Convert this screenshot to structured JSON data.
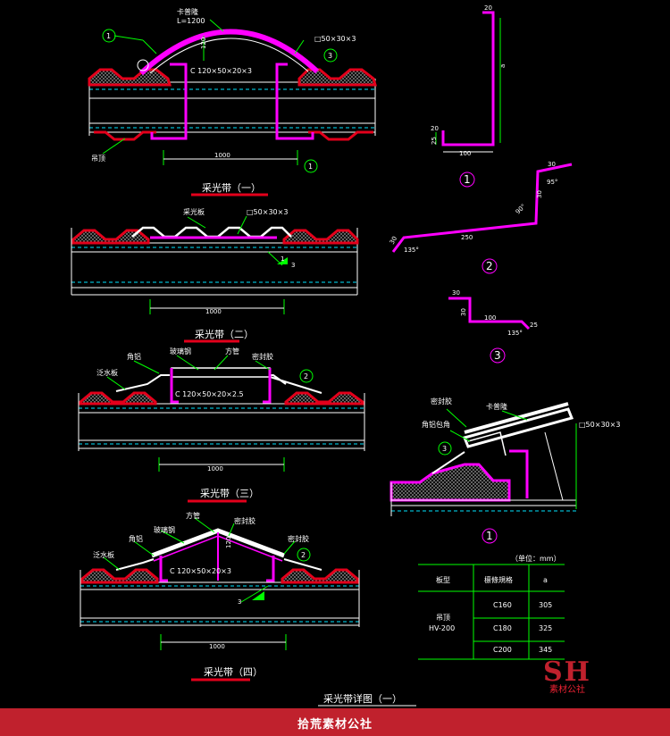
{
  "colors": {
    "roof": "#e3001b",
    "steel": "#ff00ff",
    "dim": "#00ff00",
    "sheet": "#ffffff",
    "bg": "#000000",
    "brand": "#c0212d"
  },
  "section1": {
    "title": "采光带（一）",
    "label_arch": "卡普隆",
    "label_len": "L=1200",
    "label_tube": "□50×30×3",
    "label_c": "C 120×50×20×3",
    "label_diaotuo": "吊顶",
    "dim_span": "1000",
    "dim_h": "120",
    "circle_a": "1",
    "circle_b": "3",
    "circle_c": "1"
  },
  "section2": {
    "title": "采光带（二）",
    "label_pc": "采光板",
    "label_tube": "□50×30×3",
    "dim_span": "1000",
    "slope": "3",
    "slope_one": "1"
  },
  "section3": {
    "title": "采光带（三）",
    "label_angle": "角铝",
    "label_glass": "玻璃钢",
    "label_tube": "方管",
    "label_seal": "密封胶",
    "label_flash": "泛水板",
    "label_c": "C 120×50×20×2.5",
    "dim_span": "1000",
    "circle": "2"
  },
  "section4": {
    "title": "采光带（四）",
    "label_tube": "方管",
    "label_glass": "玻璃钢",
    "label_angle": "角铝",
    "label_seal": "密封胶",
    "label_flash": "泛水板",
    "label_c": "C 120×50×20×3",
    "dim_span": "1000",
    "dim_h": "120",
    "slope": "3",
    "circle": "2"
  },
  "detail1": {
    "d_top": "20",
    "d_a": "a",
    "d_left": "20",
    "d_bot": "25",
    "d_base": "100",
    "num": "1"
  },
  "detail2": {
    "d_30a": "30",
    "d_95": "95°",
    "d_30b": "30",
    "d_90": "90°",
    "d_250": "250",
    "d_30c": "30",
    "d_135": "135°",
    "num": "2"
  },
  "detail3": {
    "d_30": "30",
    "d_30v": "30",
    "d_100": "100",
    "d_25": "25",
    "d_135": "135°",
    "num": "3"
  },
  "detail4": {
    "label_seal": "密封胶",
    "label_cap": "卡普隆",
    "label_angle": "角铝包角",
    "label_tube": "□50×30×3",
    "circle": "3",
    "num": "1"
  },
  "table": {
    "unit": "（单位：mm）",
    "headers": [
      "板型",
      "檩條規格",
      "a"
    ],
    "board": "吊顶",
    "model": "HV-200",
    "rows": [
      [
        "C160",
        "305"
      ],
      [
        "C180",
        "325"
      ],
      [
        "C200",
        "345"
      ]
    ]
  },
  "footer_title": "采光带详图（一）",
  "brand": {
    "logo": "SH",
    "logo_sub": "素材公社",
    "banner": "拾荒素材公社"
  }
}
